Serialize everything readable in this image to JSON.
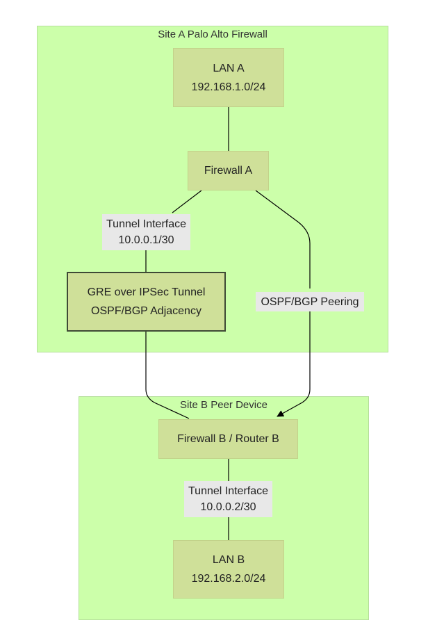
{
  "clusters": {
    "site_a": {
      "title": "Site A Palo Alto Firewall"
    },
    "site_b": {
      "title": "Site B Peer Device"
    }
  },
  "nodes": {
    "lan_a": {
      "line1": "LAN A",
      "line2": "192.168.1.0/24"
    },
    "firewall_a": {
      "line1": "Firewall A"
    },
    "gre_tunnel": {
      "line1": "GRE over IPSec Tunnel",
      "line2": "OSPF/BGP Adjacency"
    },
    "firewall_b": {
      "line1": "Firewall B / Router B"
    },
    "lan_b": {
      "line1": "LAN B",
      "line2": "192.168.2.0/24"
    }
  },
  "edge_labels": {
    "tunnel_a": {
      "line1": "Tunnel Interface",
      "line2": "10.0.0.1/30"
    },
    "peering": {
      "line1": "OSPF/BGP Peering"
    },
    "tunnel_b": {
      "line1": "Tunnel Interface",
      "line2": "10.0.0.2/30"
    }
  }
}
